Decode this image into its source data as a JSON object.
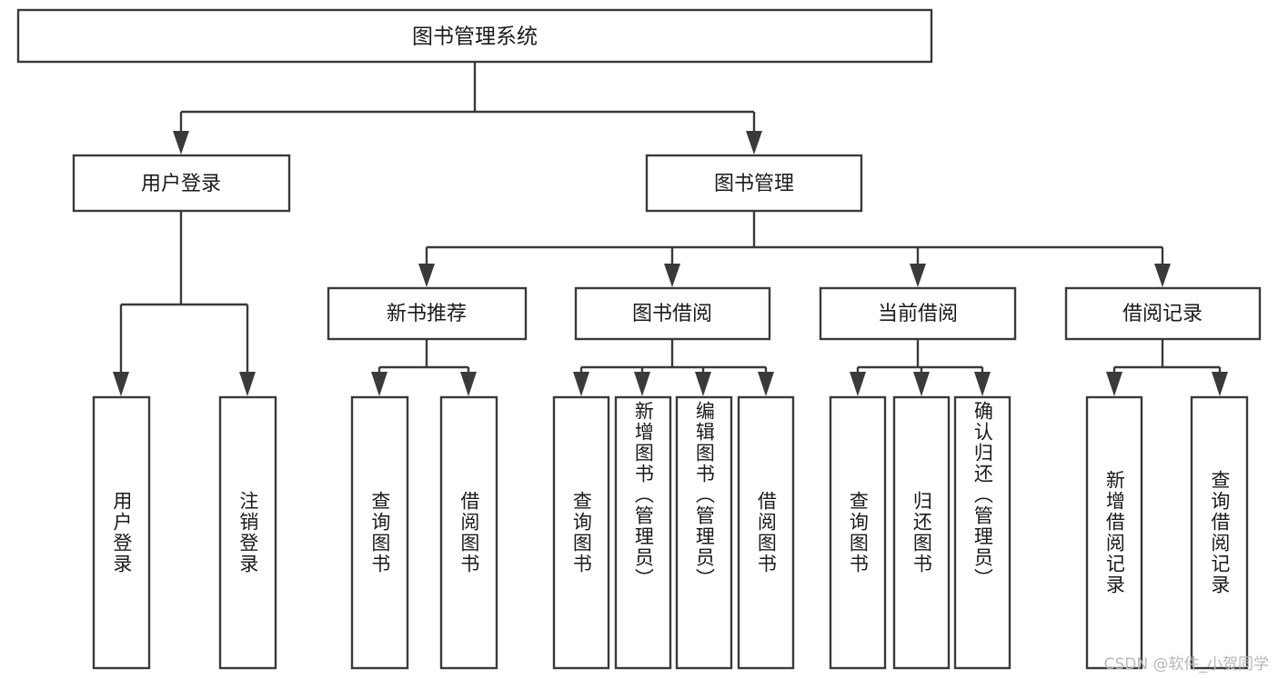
{
  "diagram": {
    "title": "图书管理系统",
    "type": "tree-hierarchy",
    "root": {
      "label": "图书管理系统"
    },
    "level2": [
      {
        "label": "用户登录"
      },
      {
        "label": "图书管理"
      }
    ],
    "level3": [
      {
        "label": "新书推荐"
      },
      {
        "label": "图书借阅"
      },
      {
        "label": "当前借阅"
      },
      {
        "label": "借阅记录"
      }
    ],
    "leaves": {
      "user_login": [
        {
          "label": "用户登录"
        },
        {
          "label": "注销登录"
        }
      ],
      "new_book_recommend": [
        {
          "label": "查询图书"
        },
        {
          "label": "借阅图书"
        }
      ],
      "book_borrow": [
        {
          "label": "查询图书"
        },
        {
          "label": "新增图书（管理员）"
        },
        {
          "label": "编辑图书（管理员）"
        },
        {
          "label": "借阅图书"
        }
      ],
      "current_borrow": [
        {
          "label": "查询图书"
        },
        {
          "label": "归还图书"
        },
        {
          "label": "确认归还（管理员）"
        }
      ],
      "borrow_record": [
        {
          "label": "新增借阅记录"
        },
        {
          "label": "查询借阅记录"
        }
      ]
    }
  },
  "watermark": {
    "text": "CSDN @软件_小贺同学"
  },
  "colors": {
    "stroke": "#3a3a3a",
    "text": "#1a1a1a",
    "background": "#ffffff",
    "watermark": "#b8b8b8"
  }
}
